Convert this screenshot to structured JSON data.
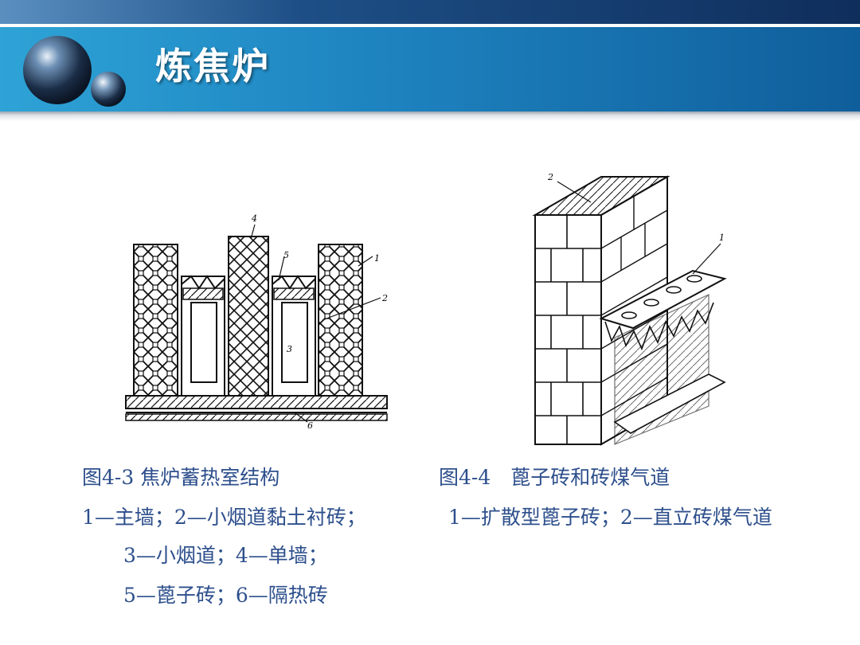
{
  "slide": {
    "title": "炼焦炉"
  },
  "figure_left": {
    "labels": [
      "1",
      "2",
      "3",
      "4",
      "5",
      "6"
    ],
    "caption_title": "图4-3 焦炉蓄热室结构",
    "legend_line1": "1—主墙；2—小烟道黏土衬砖；",
    "legend_line2": "3—小烟道；4—单墙；",
    "legend_line3": "5—蓖子砖；6—隔热砖"
  },
  "figure_right": {
    "labels": [
      "1",
      "2"
    ],
    "caption_title": "图4-4　蓖子砖和砖煤气道",
    "legend_line1": "1—扩散型蓖子砖；2—直立砖煤气道"
  },
  "colors": {
    "banner": "#1f86c2",
    "topbar": "#0f2e5c",
    "caption_text": "#2d4f8c"
  }
}
